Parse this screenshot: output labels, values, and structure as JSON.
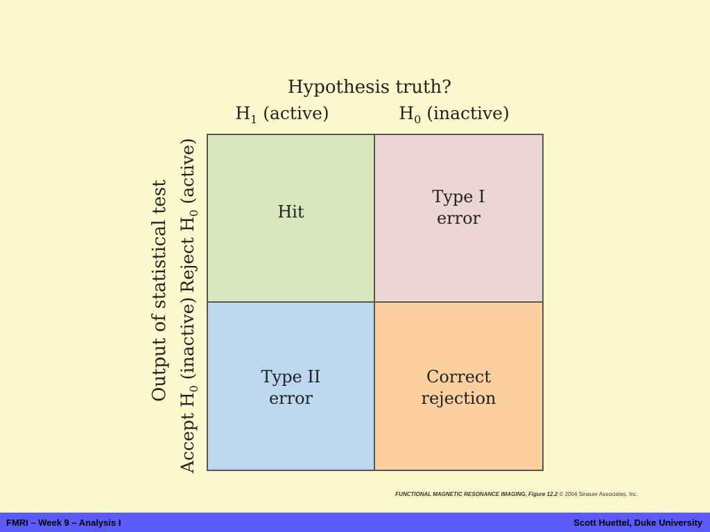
{
  "diagram": {
    "title": "Hypothesis truth?",
    "columns": [
      {
        "main": "H",
        "sub": "1",
        "rest": " (active)"
      },
      {
        "main": "H",
        "sub": "0",
        "rest": " (inactive)"
      }
    ],
    "row_axis_label": "Output of statistical test",
    "rows": [
      {
        "pre": "Reject H",
        "sub": "0",
        "rest": " (active)"
      },
      {
        "pre": "Accept H",
        "sub": "0",
        "rest": " (inactive)"
      }
    ],
    "cells": {
      "hit": [
        "Hit"
      ],
      "type1": [
        "Type I",
        "error"
      ],
      "type2": [
        "Type II",
        "error"
      ],
      "correct": [
        "Correct",
        "rejection"
      ]
    },
    "colors": {
      "hit": "#d9e7bd",
      "type1": "#ecd6d4",
      "type2": "#bdd7ee",
      "correct": "#fcd09e",
      "background": "#fdf9cf",
      "footer": "#5a5af8"
    }
  },
  "credit": {
    "main": "FUNCTIONAL MAGNETIC RESONANCE IMAGING, Figure 12.2",
    "rest": "© 2004 Sinauer Associates, Inc."
  },
  "footer": {
    "left": "FMRI – Week 9 – Analysis I",
    "right": "Scott Huettel, Duke University"
  }
}
